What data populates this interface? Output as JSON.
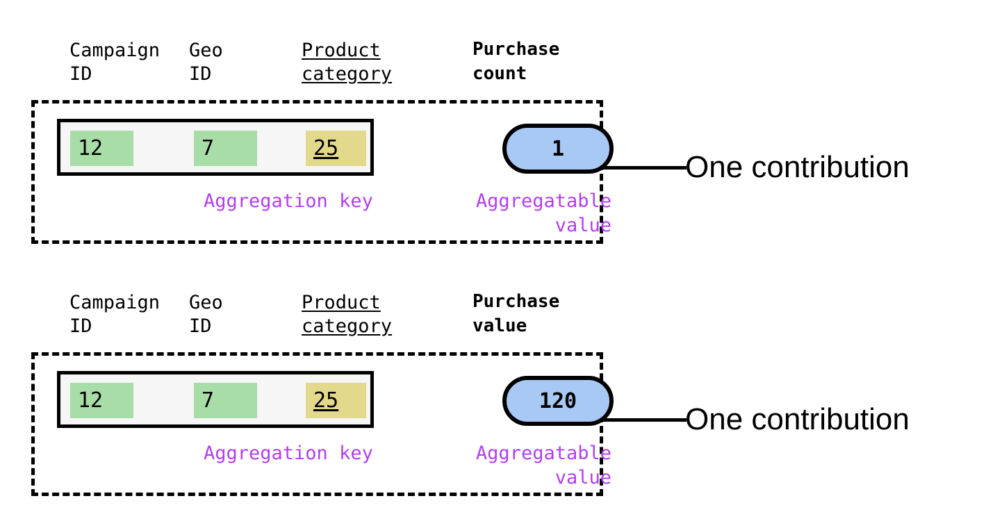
{
  "colors": {
    "key_cell_green": "#a9dda8",
    "key_cell_khaki": "#e2d98c",
    "value_oval_blue": "#a9c9f5",
    "caption_purple": "#b23ef0",
    "key_box_background": "#f6f6f6",
    "outline_black": "#000000",
    "page_background": "#ffffff"
  },
  "groups": [
    {
      "headers": {
        "campaign_id": "Campaign\nID",
        "geo_id": "Geo\nID",
        "product_category": "Product\ncategory",
        "value_label": "Purchase\ncount"
      },
      "aggregation_key": {
        "cells": [
          {
            "value": "12",
            "highlight": "green",
            "underlined": false
          },
          {
            "value": "7",
            "highlight": "green",
            "underlined": false
          },
          {
            "value": "25",
            "highlight": "khaki",
            "underlined": true
          }
        ]
      },
      "aggregatable_value": "1",
      "captions": {
        "aggregation_key": "Aggregation key",
        "aggregatable_value": "Aggregatable\nvalue"
      },
      "annotation": "One contribution"
    },
    {
      "headers": {
        "campaign_id": "Campaign\nID",
        "geo_id": "Geo\nID",
        "product_category": "Product\ncategory",
        "value_label": "Purchase\nvalue"
      },
      "aggregation_key": {
        "cells": [
          {
            "value": "12",
            "highlight": "green",
            "underlined": false
          },
          {
            "value": "7",
            "highlight": "green",
            "underlined": false
          },
          {
            "value": "25",
            "highlight": "khaki",
            "underlined": true
          }
        ]
      },
      "aggregatable_value": "120",
      "captions": {
        "aggregation_key": "Aggregation key",
        "aggregatable_value": "Aggregatable\nvalue"
      },
      "annotation": "One contribution"
    }
  ]
}
